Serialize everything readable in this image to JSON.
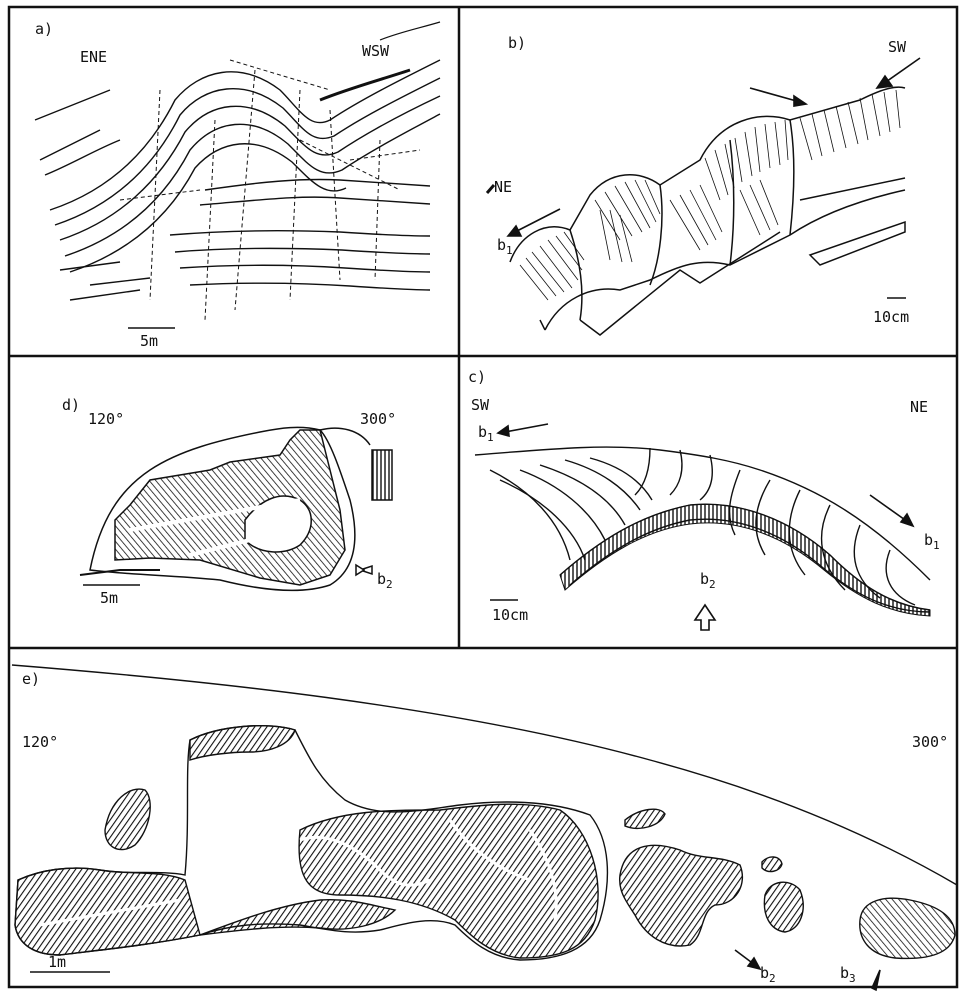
{
  "panels": {
    "a": {
      "letter": "a)",
      "left_label": "ENE",
      "right_label": "WSW",
      "scale": "5m"
    },
    "b": {
      "letter": "b)",
      "top_label": "SW",
      "left_label": "NE",
      "axis": "b",
      "axis_sub": "1",
      "scale": "10cm"
    },
    "c": {
      "letter": "c)",
      "left_label": "SW",
      "right_label": "NE",
      "axis_left": "b",
      "axis_left_sub": "1",
      "axis_right": "b",
      "axis_right_sub": "1",
      "axis_bottom": "b",
      "axis_bottom_sub": "2",
      "scale": "10cm"
    },
    "d": {
      "letter": "d)",
      "left_angle": "120°",
      "right_angle": "300°",
      "axis": "b",
      "axis_sub": "2",
      "scale": "5m"
    },
    "e": {
      "letter": "e)",
      "left_angle": "120°",
      "right_angle": "300°",
      "axis_b2": "b",
      "axis_b2_sub": "2",
      "axis_b3": "b",
      "axis_b3_sub": "3",
      "scale": "1m"
    }
  }
}
